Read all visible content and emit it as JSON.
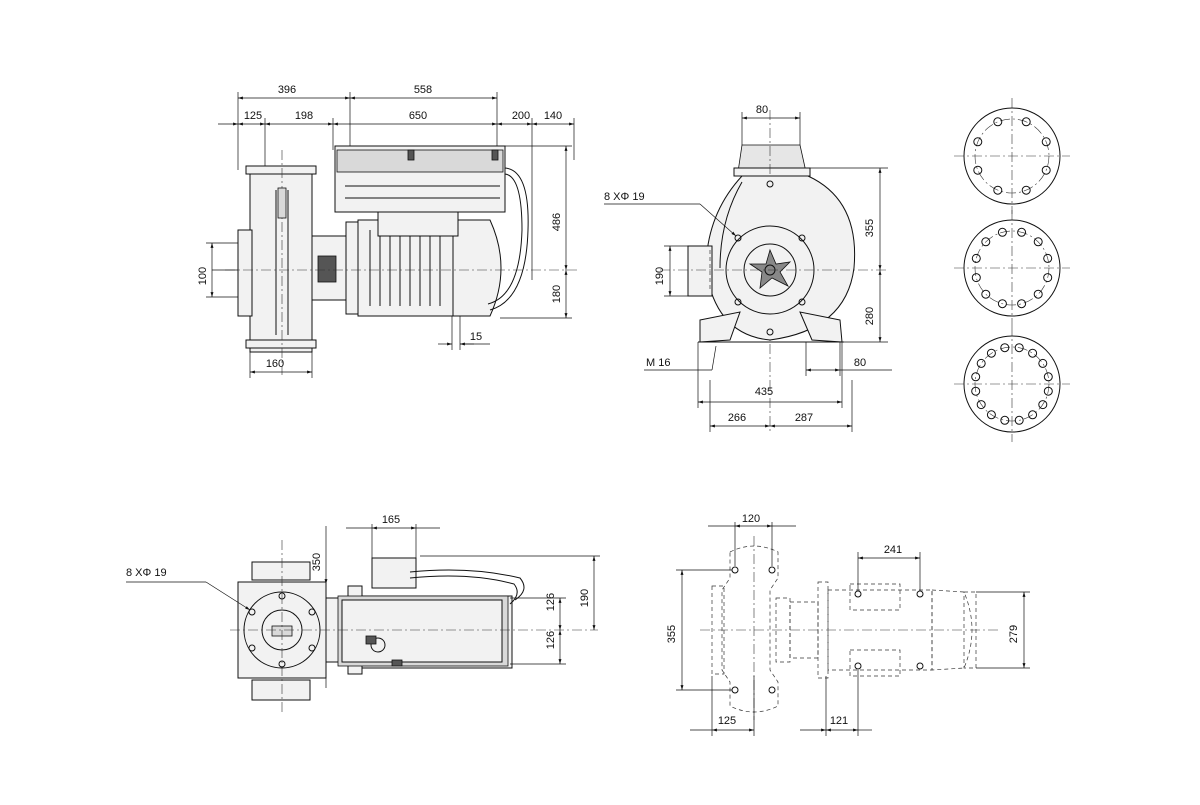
{
  "front_view": {
    "dims": {
      "d396": "396",
      "d558": "558",
      "d125": "125",
      "d198": "198",
      "d650": "650",
      "d200": "200",
      "d140": "140",
      "d486": "486",
      "d180": "180",
      "d100": "100",
      "d160": "160",
      "d15": "15"
    }
  },
  "side_view": {
    "dims": {
      "d80_top": "80",
      "d355": "355",
      "d190": "190",
      "d280": "280",
      "d435": "435",
      "d266": "266",
      "d287": "287",
      "d80_foot": "80"
    },
    "labels": {
      "bolts": "8   XΦ 19",
      "thread": "M 16"
    }
  },
  "top_view": {
    "dims": {
      "d165": "165",
      "d350": "350",
      "d126a": "126",
      "d126b": "126",
      "d190": "190"
    },
    "labels": {
      "bolts": "8   XΦ 19"
    }
  },
  "bottom_view": {
    "dims": {
      "d120": "120",
      "d241": "241",
      "d355": "355",
      "d279": "279",
      "d125": "125",
      "d121": "121"
    }
  },
  "flanges": {
    "count": 3,
    "bolt_counts": [
      8,
      12,
      16
    ]
  }
}
